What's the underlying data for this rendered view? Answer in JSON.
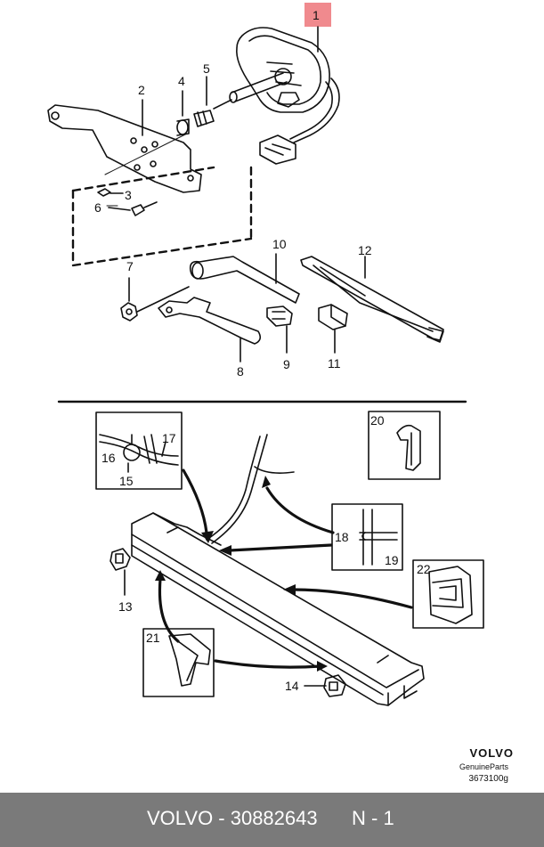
{
  "callouts": [
    "1",
    "2",
    "3",
    "4",
    "5",
    "6",
    "7",
    "8",
    "9",
    "10",
    "11",
    "12",
    "13",
    "14",
    "15",
    "16",
    "17",
    "18",
    "19",
    "20",
    "21",
    "22"
  ],
  "brand": {
    "name": "VOLVO",
    "tagline": "GenuineParts",
    "diagram_code": "3673100g"
  },
  "footer": {
    "part_text": "VOLVO - 30882643",
    "qty_text": "N - 1"
  },
  "colors": {
    "highlight": "#f08a8e",
    "footer_bg": "#7a7a7a",
    "line": "#111111"
  }
}
